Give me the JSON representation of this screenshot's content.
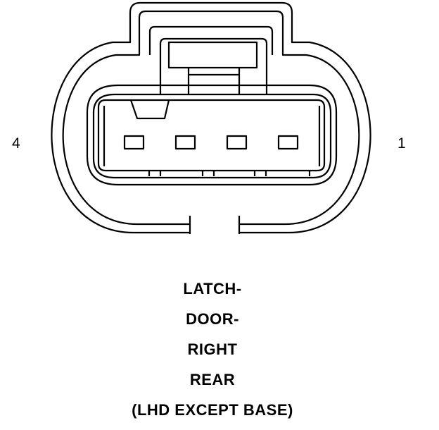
{
  "connector": {
    "pin_label_left": "4",
    "pin_label_right": "1",
    "pin_count": 4
  },
  "caption": {
    "lines": [
      "LATCH-",
      "DOOR-",
      "RIGHT",
      "REAR",
      "(LHD EXCEPT BASE)"
    ]
  },
  "colors": {
    "line": "#000000",
    "background": "#ffffff"
  }
}
